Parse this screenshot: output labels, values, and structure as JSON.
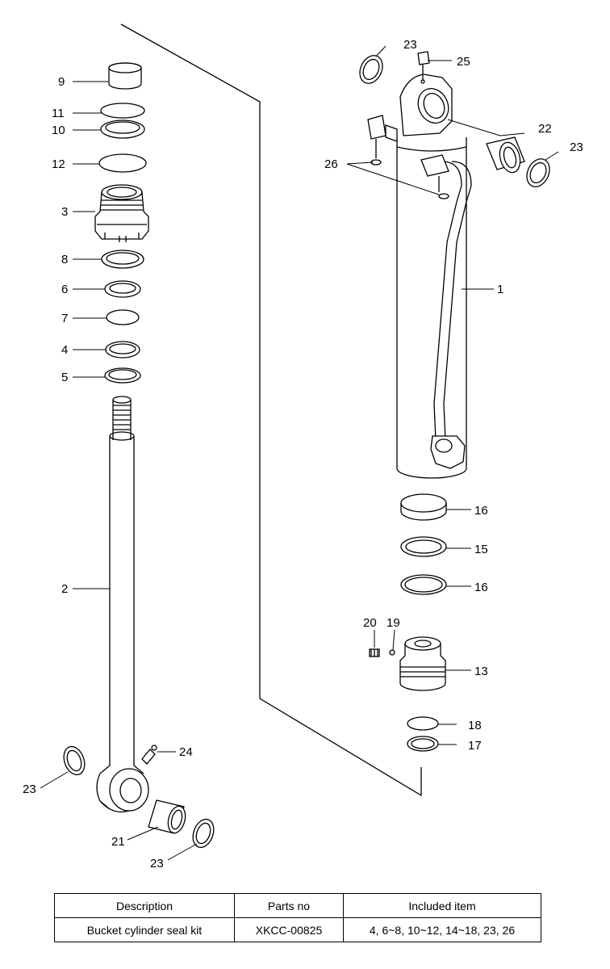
{
  "callouts": {
    "c1": "1",
    "c2": "2",
    "c3": "3",
    "c4": "4",
    "c5": "5",
    "c6": "6",
    "c7": "7",
    "c8": "8",
    "c9": "9",
    "c10": "10",
    "c11": "11",
    "c12": "12",
    "c13": "13",
    "c15": "15",
    "c16a": "16",
    "c16b": "16",
    "c17": "17",
    "c18": "18",
    "c19": "19",
    "c20": "20",
    "c21": "21",
    "c22": "22",
    "c23a": "23",
    "c23b": "23",
    "c23c": "23",
    "c23d": "23",
    "c24": "24",
    "c25": "25",
    "c26": "26"
  },
  "table": {
    "headers": [
      "Description",
      "Parts no",
      "Included item"
    ],
    "row": [
      "Bucket cylinder seal kit",
      "XKCC-00825",
      "4, 6~8, 10~12, 14~18, 23, 26"
    ]
  }
}
